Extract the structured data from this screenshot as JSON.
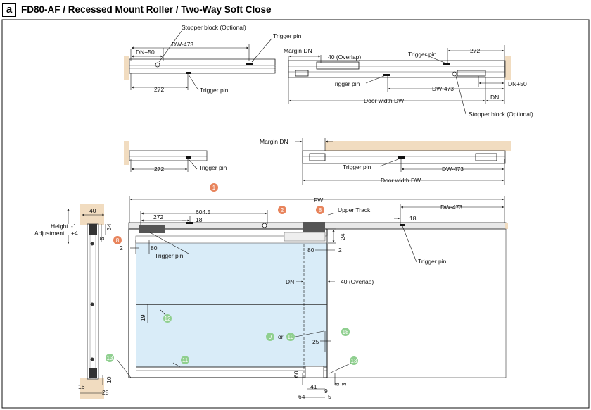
{
  "header": {
    "badge": "a",
    "title": "FD80-AF / Recessed Mount Roller / Two-Way Soft Close"
  },
  "top_left": {
    "stopper_block": "Stopper block (Optional)",
    "trigger_pin_top": "Trigger pin",
    "dn_plus_50": "DN+50",
    "dw_473": "DW-473",
    "dim_272": "272",
    "trigger_pin_bottom": "Trigger pin"
  },
  "top_right": {
    "margin_dn": "Margin DN",
    "overlap_40": "40 (Overlap)",
    "trigger_pin_top": "Trigger pin",
    "dim_272": "272",
    "trigger_pin_left": "Trigger pin",
    "dw_473": "DW-473",
    "dn_plus_50": "DN+50",
    "dn": "DN",
    "door_width": "Door width DW",
    "stopper_block": "Stopper block (Optional)"
  },
  "middle": {
    "dim_272": "272",
    "trigger_pin_left": "Trigger pin",
    "margin_dn": "Margin DN",
    "trigger_pin_right": "Trigger pin",
    "dw_473": "DW-473",
    "door_width": "Door width DW"
  },
  "side": {
    "dim_40": "40",
    "dim_34": "34",
    "dim_5": "5",
    "height": "Height",
    "minus_1": "-1",
    "adjustment": "Adjustment",
    "plus_4": "+4",
    "dim_10": "10",
    "dim_16": "16",
    "dim_28": "28"
  },
  "front": {
    "fw": "FW",
    "dim_272": "272",
    "dim_604_5": "604.5",
    "dim_18_left": "18",
    "upper_track": "Upper Track",
    "dw_473": "DW-473",
    "dim_18_right": "18",
    "dim_2_left": "2",
    "dim_80_left": "80",
    "trigger_pin_left": "Trigger pin",
    "dim_24": "24",
    "dim_80_right": "80",
    "dim_2_right": "2",
    "trigger_pin_right": "Trigger pin",
    "dn": "DN",
    "overlap_40": "40 (Overlap)",
    "dim_19": "19",
    "or": "or",
    "dim_25": "25",
    "dim_60": "60",
    "dim_3": "3",
    "dim_8": "8",
    "dim_41": "41",
    "dim_9": "9",
    "dim_64": "64",
    "dim_5": "5"
  },
  "callouts": {
    "c1": "1",
    "c2": "2",
    "c8a": "8",
    "c8b": "8",
    "c9": "9",
    "c10": "10",
    "c11": "11",
    "c12": "12",
    "c13a": "13",
    "c13b": "13",
    "c18": "18"
  },
  "colors": {
    "wood": "#f1dcc0",
    "glass": "#d9ecf8",
    "callout_orange": "#e8845c",
    "callout_green": "#8fcf8f",
    "line": "#111111",
    "track_gray": "#9a9a9a"
  }
}
